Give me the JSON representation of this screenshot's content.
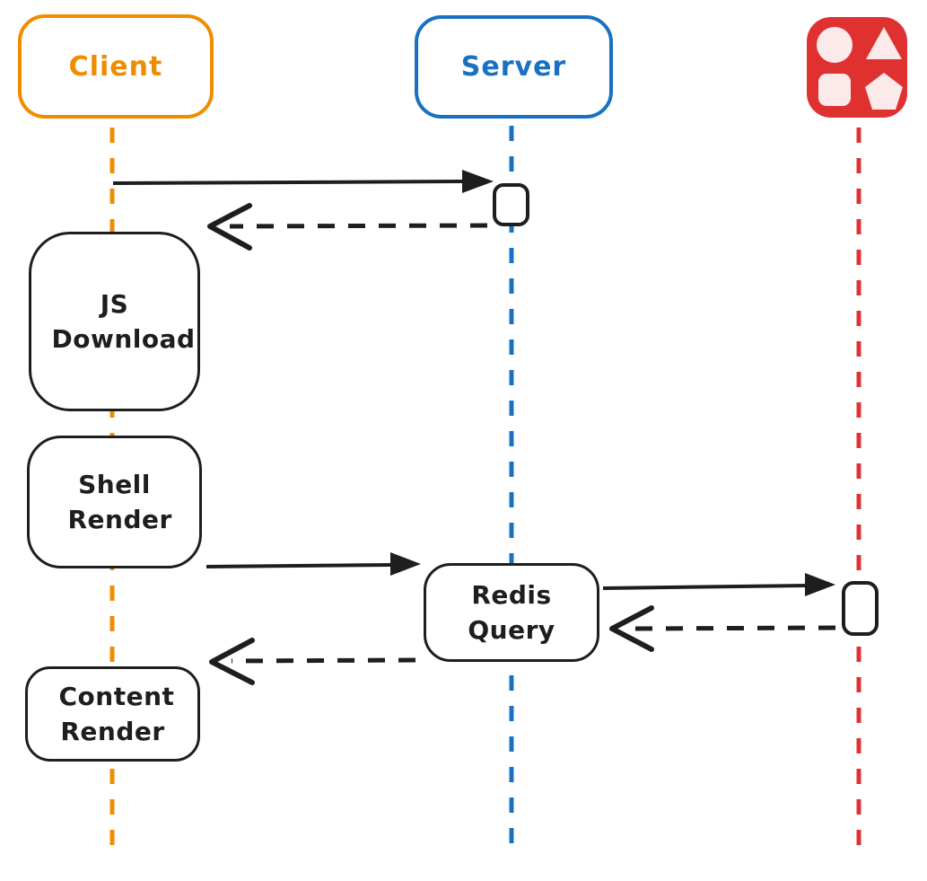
{
  "diagram": {
    "type": "sequence-diagram",
    "actors": {
      "client": {
        "label": "Client",
        "color": "#f08c00"
      },
      "server": {
        "label": "Server",
        "color": "#1971c2"
      },
      "datastore": {
        "icon": "shapes-icon",
        "color": "#e03131"
      }
    },
    "nodes": {
      "js_download": {
        "label": "JS Download"
      },
      "shell_render": {
        "label": "Shell Render"
      },
      "redis_query": {
        "label": "Redis Query"
      },
      "content_render": {
        "label": "Content Render"
      }
    },
    "messages": [
      {
        "from": "client",
        "to": "server",
        "line": "solid"
      },
      {
        "from": "server",
        "to": "client",
        "line": "dashed"
      },
      {
        "from": "shell-render",
        "to": "redis-query",
        "line": "solid"
      },
      {
        "from": "redis-query",
        "to": "datastore",
        "line": "solid"
      },
      {
        "from": "datastore",
        "to": "redis-query",
        "line": "dashed"
      },
      {
        "from": "redis-query",
        "to": "content-render",
        "line": "dashed"
      }
    ],
    "colors": {
      "client_accent": "#f08c00",
      "server_accent": "#1971c2",
      "datastore_accent": "#e03131",
      "datastore_shape_fill": "#fce9e9",
      "stroke": "#1e1e1e",
      "background": "#ffffff"
    }
  }
}
